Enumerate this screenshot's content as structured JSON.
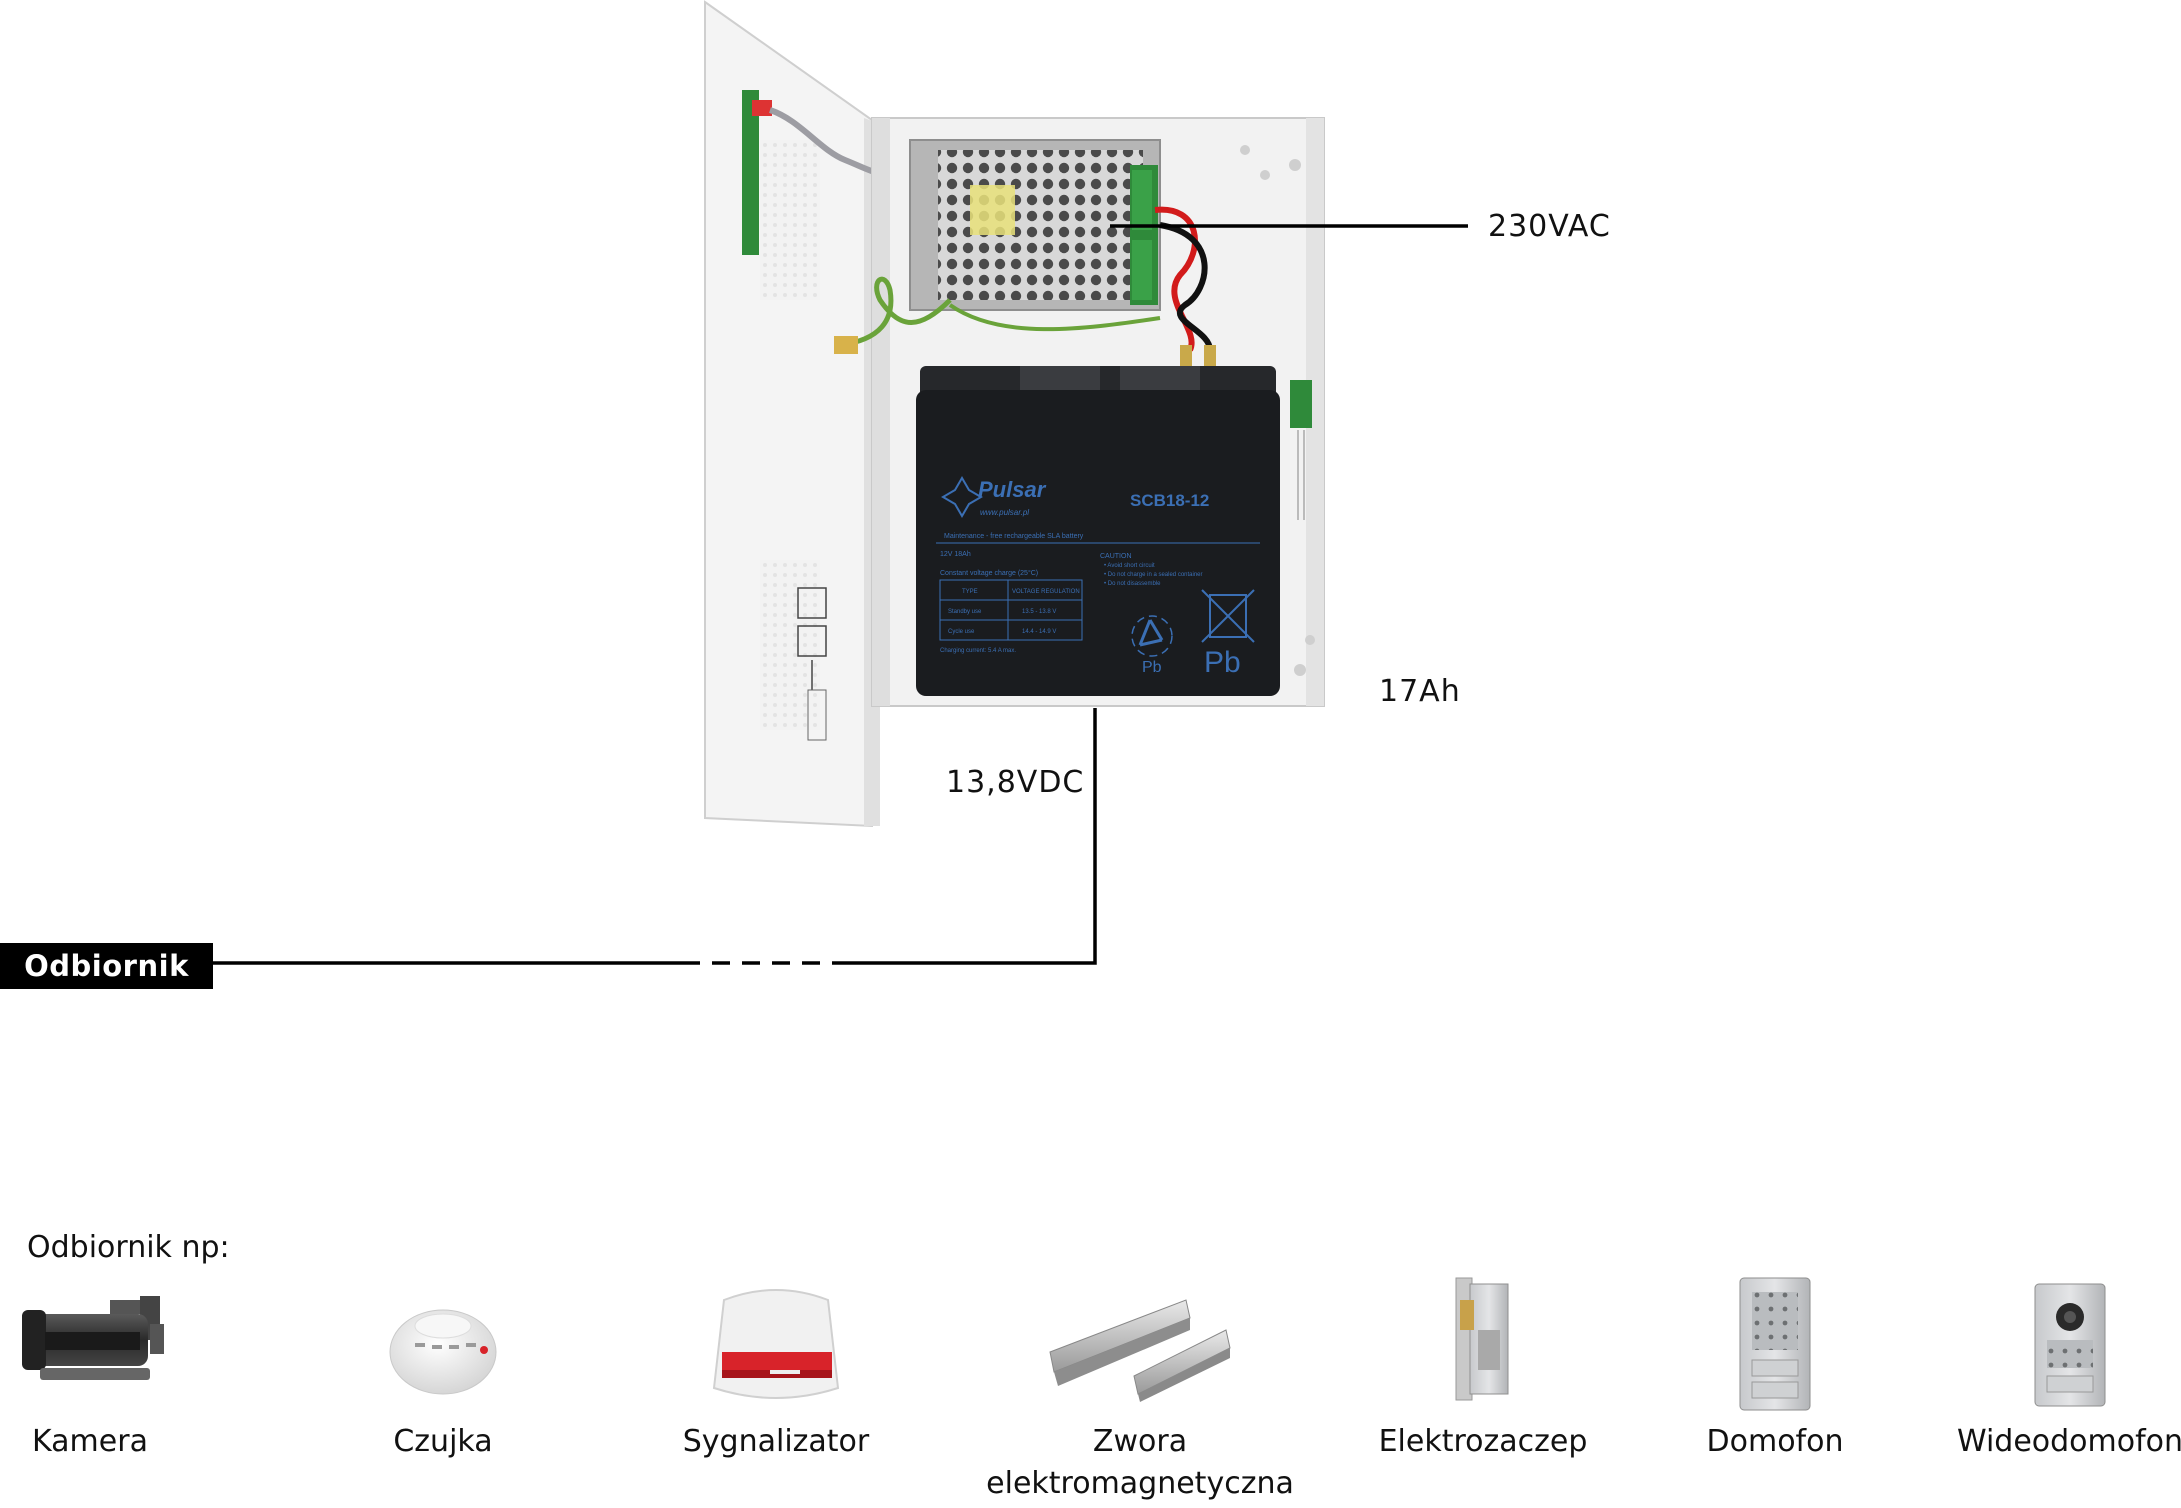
{
  "labels": {
    "ac_input": "230VAC",
    "battery_capacity": "17Ah",
    "dc_output": "13,8VDC",
    "receiver": "Odbiornik"
  },
  "battery": {
    "brand": "Pulsar",
    "website": "www.pulsar.pl",
    "model": "SCB18-12",
    "type_line": "Maintenance - free rechargeable SLA battery",
    "spec": "12V 18Ah",
    "voltage_title": "Constant voltage charge (25°C)",
    "table_headers": [
      "TYPE",
      "VOLTAGE REGULATION"
    ],
    "table_rows": [
      [
        "Standby use",
        "13.5 - 13.8 V"
      ],
      [
        "Cycle use",
        "14.4 - 14.9 V"
      ]
    ],
    "charging_current": "Charging current: 5.4 A max.",
    "caution_title": "CAUTION",
    "caution_lines": [
      "• Avoid short circuit",
      "• Do not charge in a sealed container",
      "• Do not disassemble"
    ],
    "recycle_mark": "Pb",
    "bin_mark": "Pb"
  },
  "examples": {
    "title": "Odbiornik np:",
    "devices": [
      {
        "label": "Kamera",
        "icon": "camera-icon"
      },
      {
        "label": "Czujka",
        "icon": "smoke-detector-icon"
      },
      {
        "label": "Sygnalizator",
        "icon": "siren-icon"
      },
      {
        "label": "Zwora elektromagnetyczna",
        "line1": "Zwora",
        "line2": "elektromagnetyczna",
        "icon": "magnetic-lock-icon"
      },
      {
        "label": "Elektrozaczep",
        "icon": "electric-strike-icon"
      },
      {
        "label": "Domofon",
        "icon": "intercom-icon"
      },
      {
        "label": "Wideodomofon",
        "icon": "video-intercom-icon"
      }
    ]
  },
  "colors": {
    "battery": "#1a1c1f",
    "battery_text": "#3b6fb4",
    "enclosure": "#f3f3f3",
    "siren_red": "#d8232a",
    "wire_red": "#d21b1b",
    "wire_green": "#6aa33a",
    "pcb_green": "#2f8a3a"
  }
}
